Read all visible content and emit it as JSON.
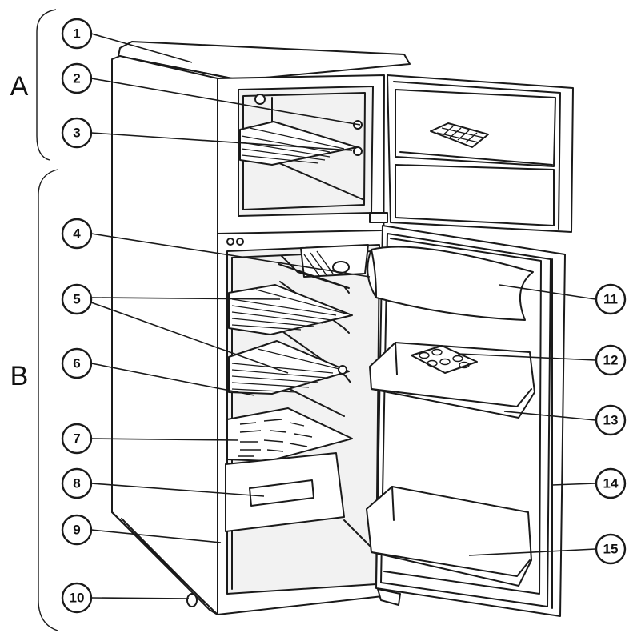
{
  "sections": [
    {
      "id": "A",
      "label": "A"
    },
    {
      "id": "B",
      "label": "B"
    }
  ],
  "callouts": [
    {
      "label": "1"
    },
    {
      "label": "2"
    },
    {
      "label": "3"
    },
    {
      "label": "4"
    },
    {
      "label": "5"
    },
    {
      "label": "6"
    },
    {
      "label": "7"
    },
    {
      "label": "8"
    },
    {
      "label": "9"
    },
    {
      "label": "10"
    },
    {
      "label": "11"
    },
    {
      "label": "12"
    },
    {
      "label": "13"
    },
    {
      "label": "14"
    },
    {
      "label": "15"
    }
  ],
  "colors": {
    "line": "#1a1a1a",
    "background": "#ffffff",
    "shade": "#f2f2f2"
  }
}
